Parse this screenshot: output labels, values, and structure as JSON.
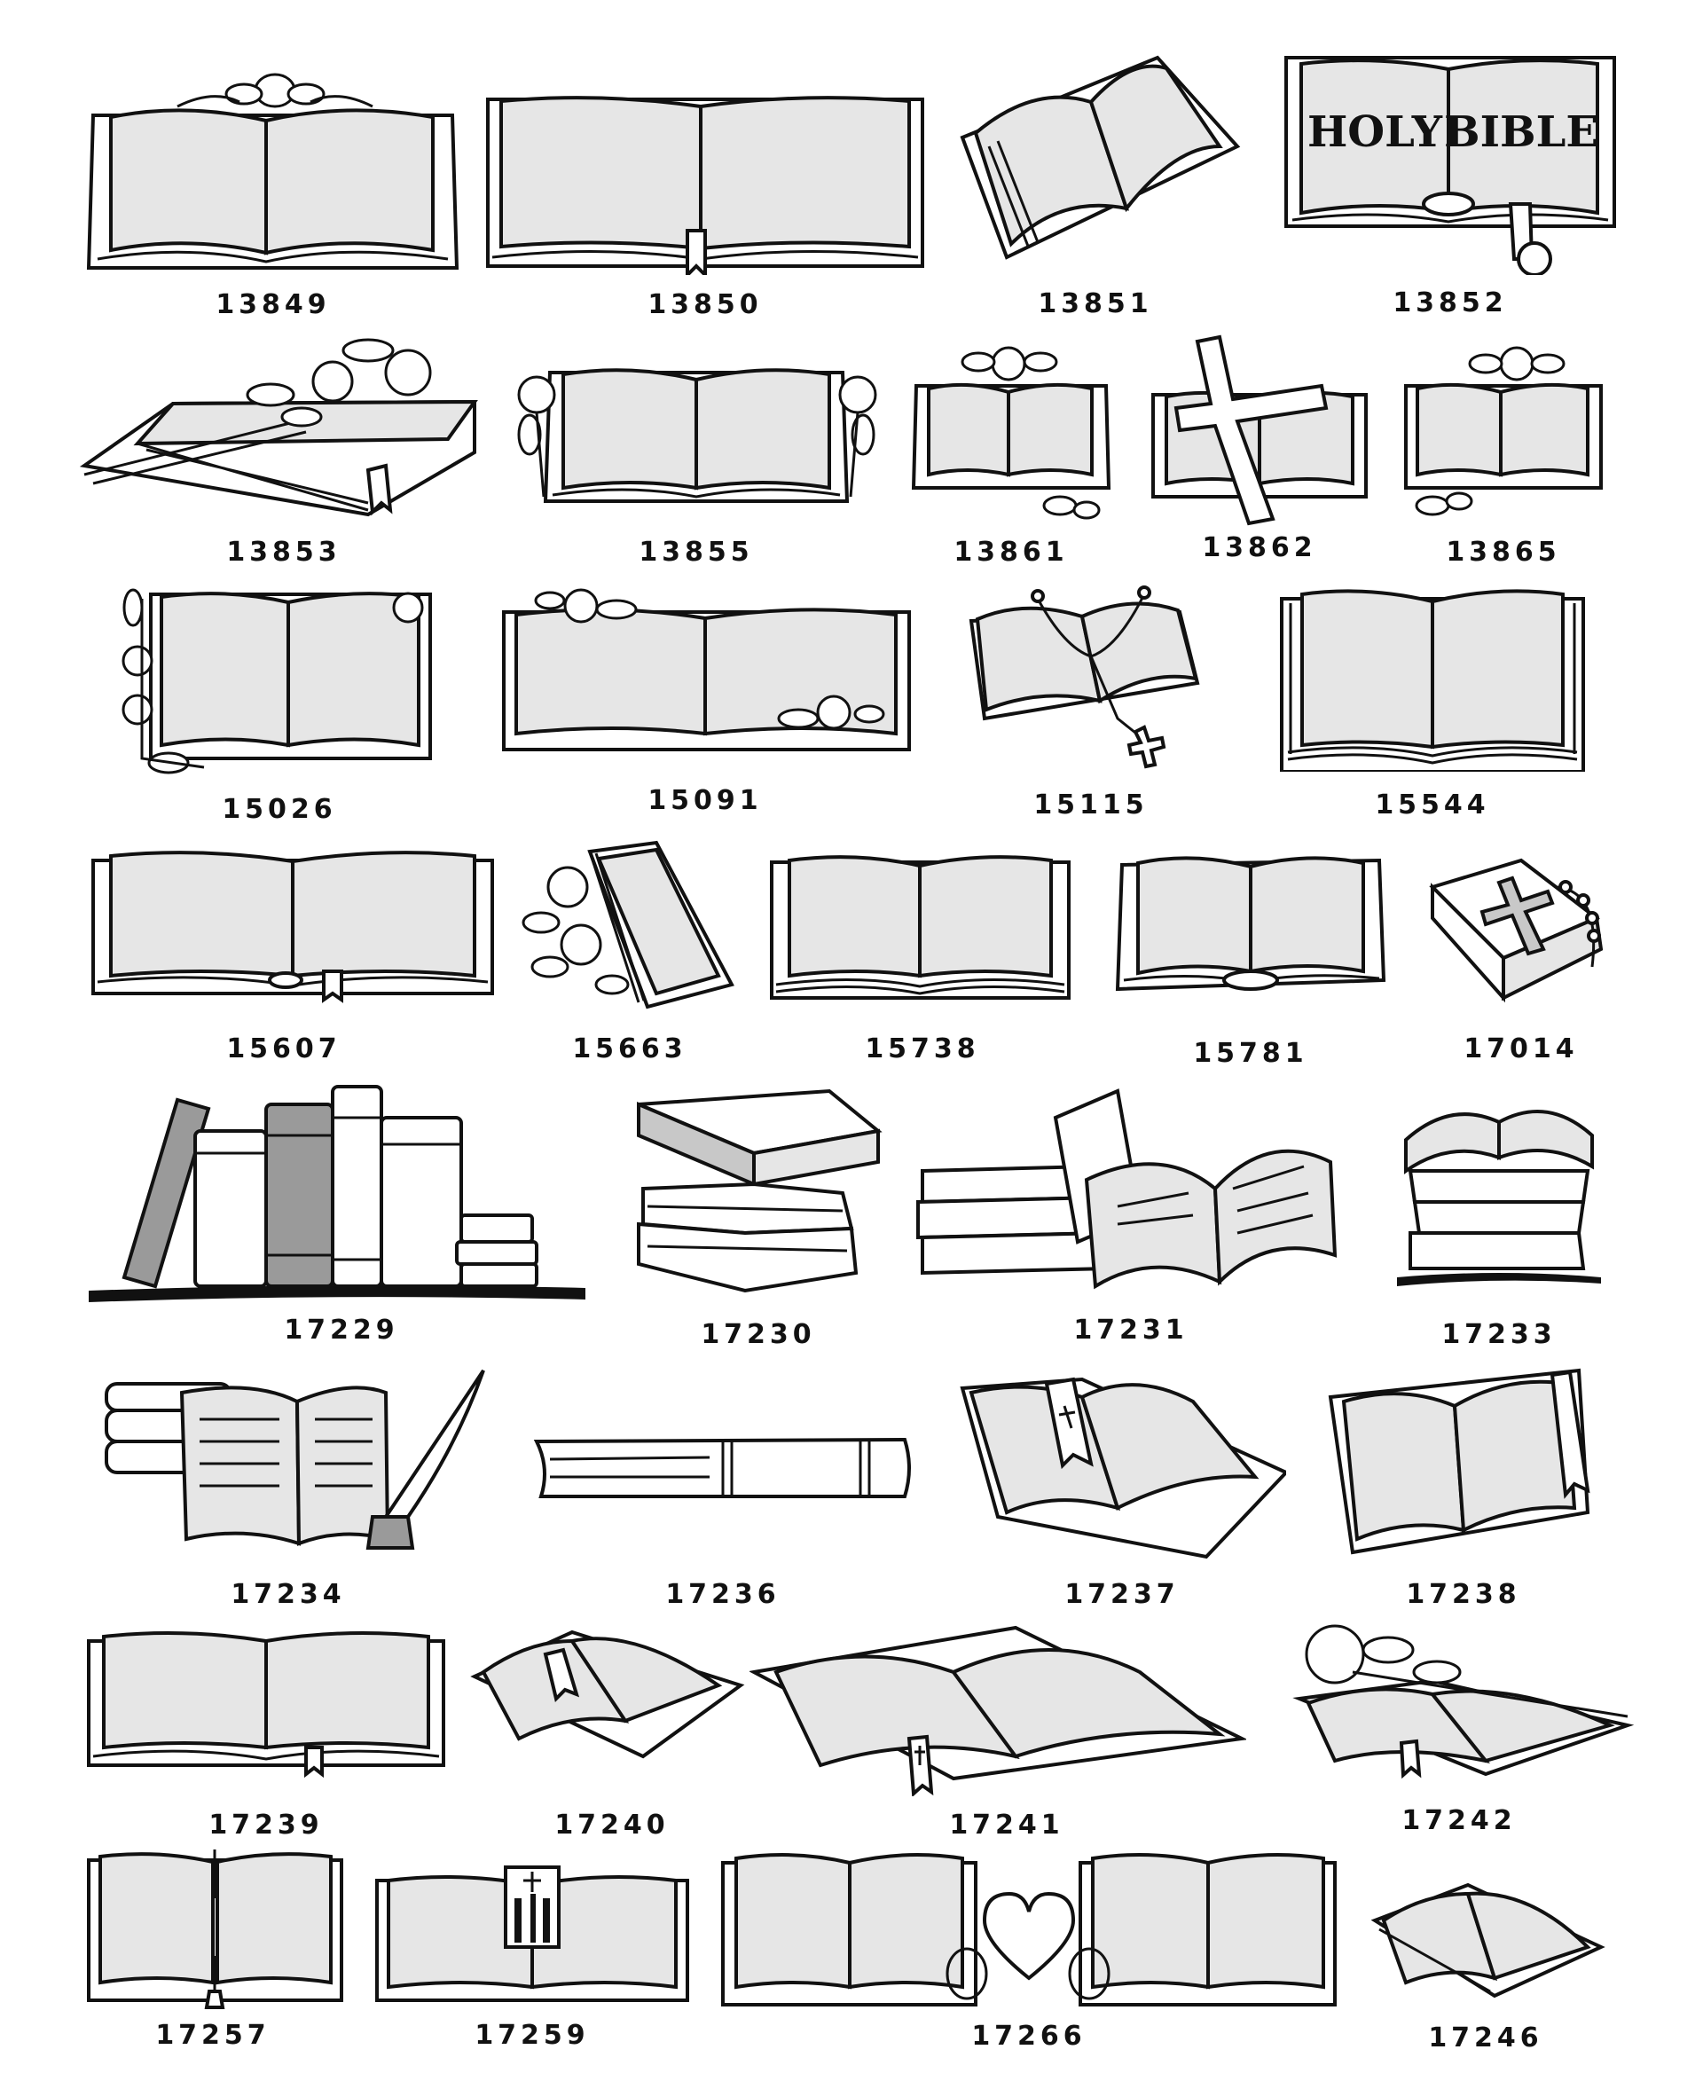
{
  "catalog": {
    "items": [
      {
        "code": "13849",
        "icon": "open-book-rose-crest-icon"
      },
      {
        "code": "13850",
        "icon": "wide-open-book-bookmark-icon"
      },
      {
        "code": "13851",
        "icon": "tilted-open-book-icon"
      },
      {
        "code": "13852",
        "icon": "holy-bible-open-book-icon",
        "page_text": [
          "HOLY",
          "BIBLE"
        ]
      },
      {
        "code": "13853",
        "icon": "closed-book-roses-icon"
      },
      {
        "code": "13855",
        "icon": "open-book-side-roses-icon"
      },
      {
        "code": "13861",
        "icon": "open-book-flowers-icon"
      },
      {
        "code": "13862",
        "icon": "open-book-cross-icon"
      },
      {
        "code": "13865",
        "icon": "open-book-flower-crest-icon"
      },
      {
        "code": "15026",
        "icon": "open-book-floral-vine-icon"
      },
      {
        "code": "15091",
        "icon": "wide-open-book-roses-icon"
      },
      {
        "code": "15115",
        "icon": "open-book-rosary-icon"
      },
      {
        "code": "15544",
        "icon": "open-book-thick-pages-icon"
      },
      {
        "code": "15607",
        "icon": "wide-open-book-ribbon-icon"
      },
      {
        "code": "15663",
        "icon": "closed-book-roses-icon"
      },
      {
        "code": "15738",
        "icon": "open-book-icon"
      },
      {
        "code": "15781",
        "icon": "open-book-curled-pages-icon"
      },
      {
        "code": "17014",
        "icon": "closed-bible-cross-rosary-icon"
      },
      {
        "code": "17229",
        "icon": "row-of-books-icon"
      },
      {
        "code": "17230",
        "icon": "stacked-old-books-icon"
      },
      {
        "code": "17231",
        "icon": "books-pile-open-book-icon"
      },
      {
        "code": "17233",
        "icon": "open-book-on-stack-icon"
      },
      {
        "code": "17234",
        "icon": "open-book-quill-inkwell-icon"
      },
      {
        "code": "17236",
        "icon": "book-on-side-icon"
      },
      {
        "code": "17237",
        "icon": "open-book-cross-bookmark-icon"
      },
      {
        "code": "17238",
        "icon": "open-book-ribbon-icon"
      },
      {
        "code": "17239",
        "icon": "wide-open-book-ribbon-icon"
      },
      {
        "code": "17240",
        "icon": "open-book-bookmark-icon"
      },
      {
        "code": "17241",
        "icon": "open-book-cross-ribbon-icon"
      },
      {
        "code": "17242",
        "icon": "open-book-rose-icon"
      },
      {
        "code": "17257",
        "icon": "open-book-tassel-icon"
      },
      {
        "code": "17259",
        "icon": "open-book-cross-bookmark-icon"
      },
      {
        "code": "17266",
        "icon": "two-books-heart-rings-icon"
      },
      {
        "code": "17246",
        "icon": "small-open-book-icon"
      }
    ]
  },
  "colors": {
    "line": "#111111",
    "page_fill": "#e6e6e6",
    "cover_fill": "#ffffff",
    "shade": "#9a9a9a"
  }
}
